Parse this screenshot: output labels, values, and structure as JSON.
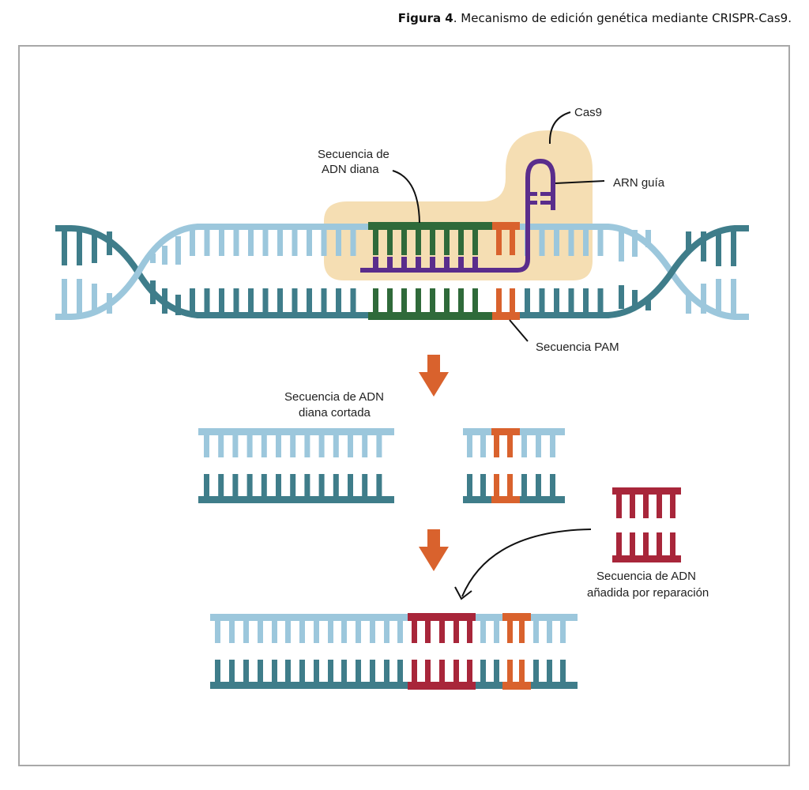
{
  "caption": {
    "figure_label": "Figura 4",
    "text": ". Mecanismo de edición genética mediante CRISPR-Cas9."
  },
  "colors": {
    "strand_light": "#9cc7dc",
    "strand_dark": "#3f7d8a",
    "target_green": "#2f6a3a",
    "pam_orange": "#d9622d",
    "guide_rna_purple": "#5a2d8c",
    "cas9_fill": "#f5deb3",
    "repair_red": "#a8263a",
    "arrow_orange": "#d9622d",
    "pointer_line": "#111111"
  },
  "labels": {
    "cas9": "Cas9",
    "target_line1": "Secuencia de",
    "target_line2": "ADN diana",
    "guide_rna": "ARN guía",
    "pam": "Secuencia PAM",
    "cut_line1": "Secuencia de ADN",
    "cut_line2": "diana cortada",
    "repair_line1": "Secuencia de ADN",
    "repair_line2": "añadida por reparación"
  },
  "steps": [
    {
      "name": "cas9-binding",
      "description": "Cas9 with guide RNA binds target DNA next to PAM"
    },
    {
      "name": "dna-cut",
      "description": "Target DNA sequence is cut"
    },
    {
      "name": "repair",
      "description": "DNA sequence added by repair"
    }
  ]
}
